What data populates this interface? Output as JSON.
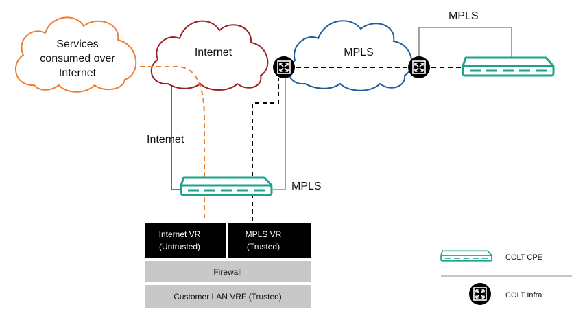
{
  "clouds": {
    "services": {
      "line1": "Services",
      "line2": "consumed over",
      "line3": "Internet",
      "color": "#ED7D31"
    },
    "internet": {
      "label": "Internet",
      "color": "#9B2226"
    },
    "mpls": {
      "label": "MPLS",
      "color": "#1F5C99"
    }
  },
  "links": {
    "internet_label": "Internet",
    "mpls_label_bottom": "MPLS",
    "mpls_label_top": "MPLS"
  },
  "stack": {
    "internet_vr_line1": "Internet VR",
    "internet_vr_line2": "(Untrusted)",
    "mpls_vr_line1": "MPLS VR",
    "mpls_vr_line2": "(Trusted)",
    "firewall": "Firewall",
    "customer_lan": "Customer LAN VRF (Trusted)"
  },
  "legend": {
    "cpe_label": "COLT CPE",
    "infra_label": "COLT Infra"
  },
  "colors": {
    "cpe": "#1BA38B",
    "orange": "#ED7D31",
    "internet_red": "#9B2226",
    "mpls_blue": "#1F5C99",
    "grey_line": "#8C8C8C",
    "black_box": "#000000",
    "grey_box": "#C8C8C8"
  }
}
